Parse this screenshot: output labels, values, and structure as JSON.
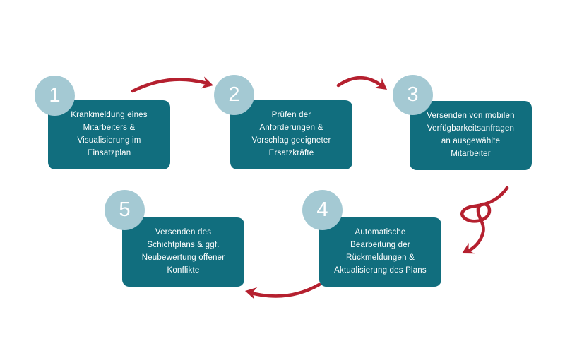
{
  "diagram": {
    "type": "process-flow",
    "step_count": 5,
    "steps": [
      {
        "number": "1",
        "text": "Krankmeldung eines\nMitarbeiters &\nVisualisierung im\nEinsatzplan"
      },
      {
        "number": "2",
        "text": "Prüfen der\nAnforderungen &\nVorschlag geeigneter\nErsatzkräfte"
      },
      {
        "number": "3",
        "text": "Versenden von mobilen\nVerfügbarkeitsanfragen\nan ausgewählte\nMitarbeiter"
      },
      {
        "number": "4",
        "text": "Automatische\nBearbeitung der\nRückmeldungen &\nAktualisierung des Plans"
      },
      {
        "number": "5",
        "text": "Versenden des\nSchichtplans & ggf.\nNeubewertung offener\nKonflikte"
      }
    ],
    "connectors": [
      "arrow-step1-to-step2",
      "arrow-step2-to-step3",
      "arrow-step3-to-step4-loop",
      "arrow-step4-to-step5"
    ],
    "colors": {
      "box": "#116e7e",
      "badge": "#a4c9d3",
      "arrow": "#b5202f",
      "text_on_box": "#ffffff",
      "background": "#ffffff"
    }
  }
}
